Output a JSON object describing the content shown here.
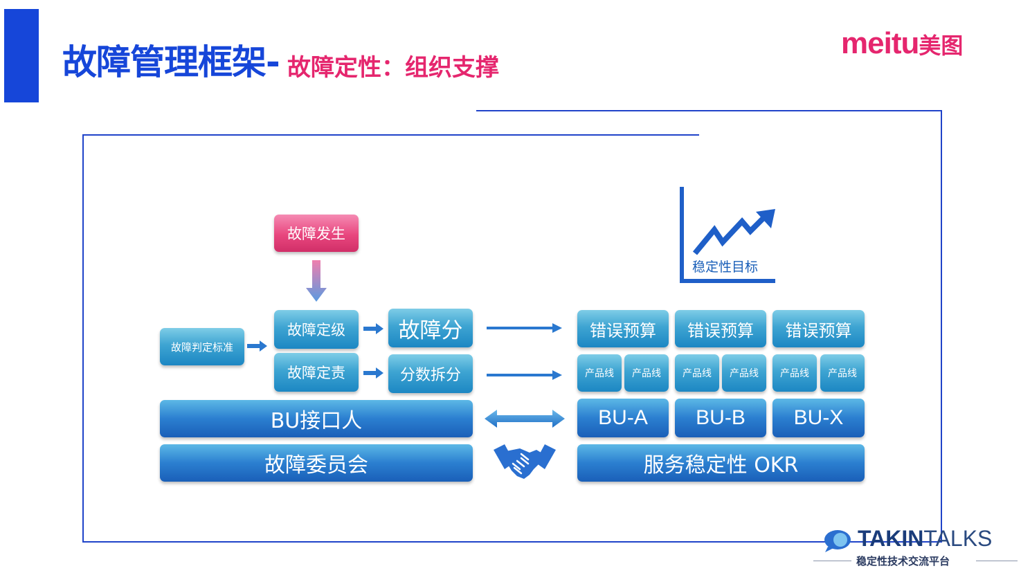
{
  "header": {
    "title_main": "故障管理框架-",
    "title_sub": "故障定性：组织支撑",
    "logo_en": "meitu",
    "logo_cn": "美图"
  },
  "diagram": {
    "incident_occurs": "故障发生",
    "criteria": "故障判定标准",
    "grading": "故障定级",
    "responsibility": "故障定责",
    "fault_score": "故障分",
    "score_split": "分数拆分",
    "bu_contact": "BU接口人",
    "committee": "故障委员会",
    "stability_target": "稳定性目标",
    "error_budget": [
      "错误预算",
      "错误预算",
      "错误预算"
    ],
    "product_line": [
      "产品线",
      "产品线",
      "产品线",
      "产品线",
      "产品线",
      "产品线"
    ],
    "bu_units": [
      "BU-A",
      "BU-B",
      "BU-X"
    ],
    "service_okr": "服务稳定性 OKR",
    "handshake_icon": "handshake-icon",
    "trend_icon": "trend-up-chart-icon"
  },
  "colors": {
    "title_blue": "#1646d9",
    "accent_pink": "#e5266e",
    "box_blue": "#3ea4d2",
    "arrow_blue": "#2a78cf"
  },
  "footer": {
    "brand_bold": "TAKIN",
    "brand_light": "TALKS",
    "tagline": "稳定性技术交流平台"
  }
}
